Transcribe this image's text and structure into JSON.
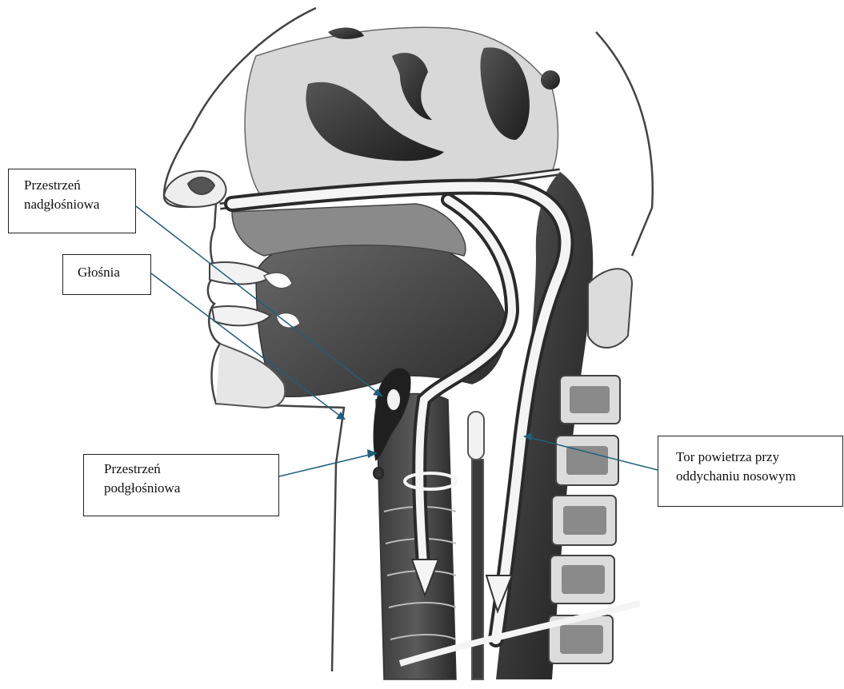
{
  "labels": {
    "supraglottic": {
      "line1": "Przestrzeń",
      "line2": "nadgłośniowa"
    },
    "glottis": {
      "line1": "Głośnia"
    },
    "subglottic": {
      "line1": "Przestrzeń",
      "line2": "podgłośniowa"
    },
    "nasal_airway": {
      "line1": "Tor powietrza przy",
      "line2": "oddychaniu nosowym"
    }
  },
  "colors": {
    "leader_line": "#1f5f7a",
    "ink": "#222222",
    "tissue_dark": "#2a2a2a",
    "tissue_mid": "#6b6b6b",
    "tissue_light": "#a8a8a8",
    "airway": "#f4f4f4"
  }
}
